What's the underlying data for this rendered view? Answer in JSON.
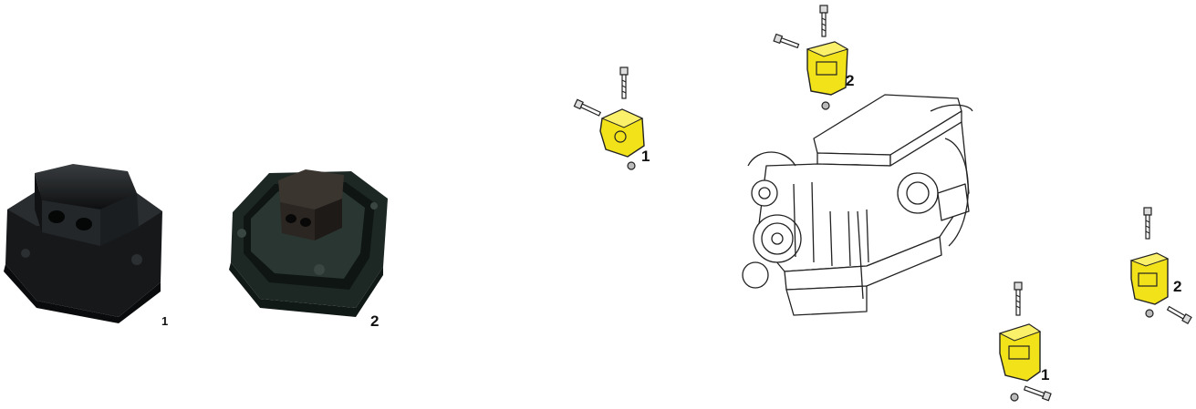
{
  "photos": [
    {
      "label": "1"
    },
    {
      "label": "2"
    }
  ],
  "diagram": {
    "callouts": [
      "1",
      "2",
      "1",
      "2"
    ]
  },
  "colors": {
    "mount_yellow": "#f2e21a",
    "rubber_dark": "#1c1f22",
    "rubber_green": "#1f2a26",
    "line": "#222222"
  }
}
